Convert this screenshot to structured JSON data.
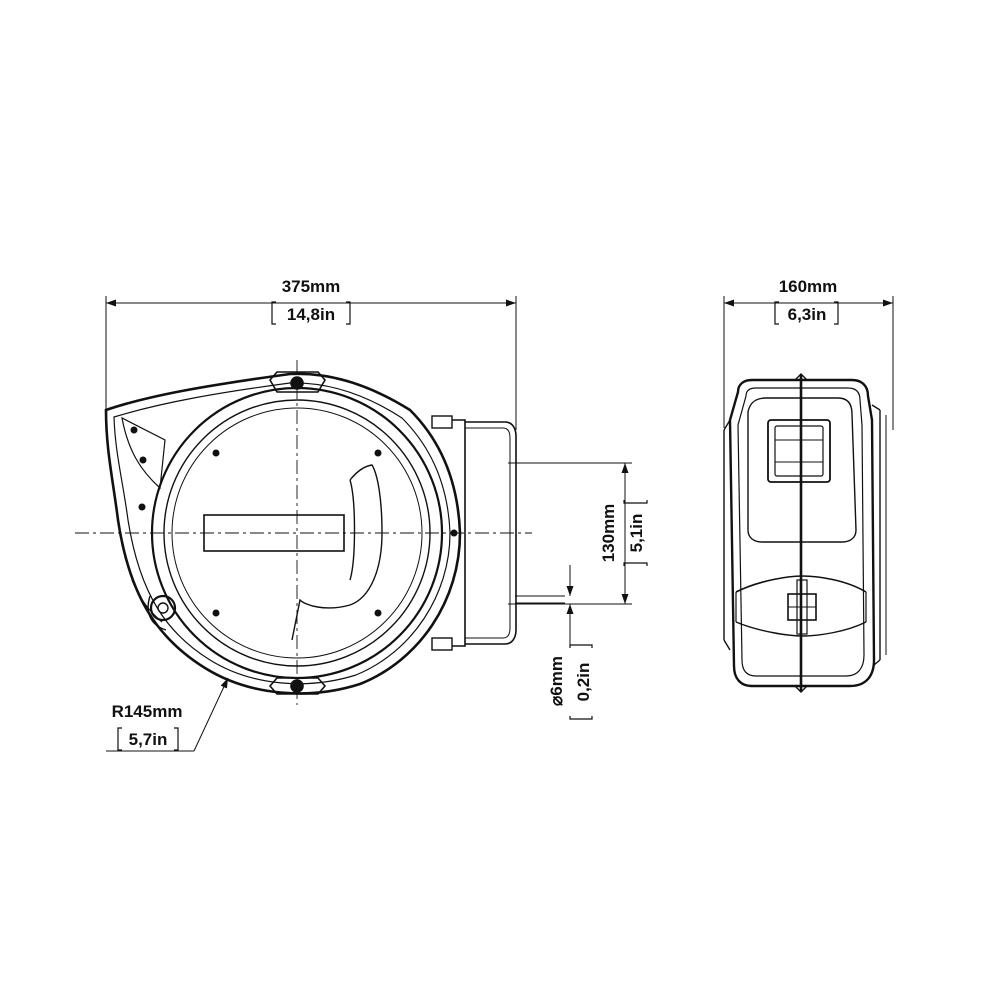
{
  "front_view": {
    "width": {
      "metric": "375mm",
      "imperial": "14,8in"
    },
    "radius": {
      "metric": "R145mm",
      "imperial": "5,7in"
    },
    "outlet_height": {
      "metric": "130mm",
      "imperial": "5,1in"
    },
    "hose_diameter": {
      "metric": "6mm",
      "imperial": "0,2in"
    }
  },
  "side_view": {
    "width": {
      "metric": "160mm",
      "imperial": "6,3in"
    }
  },
  "colors": {
    "line": "#111111",
    "background": "#ffffff"
  }
}
